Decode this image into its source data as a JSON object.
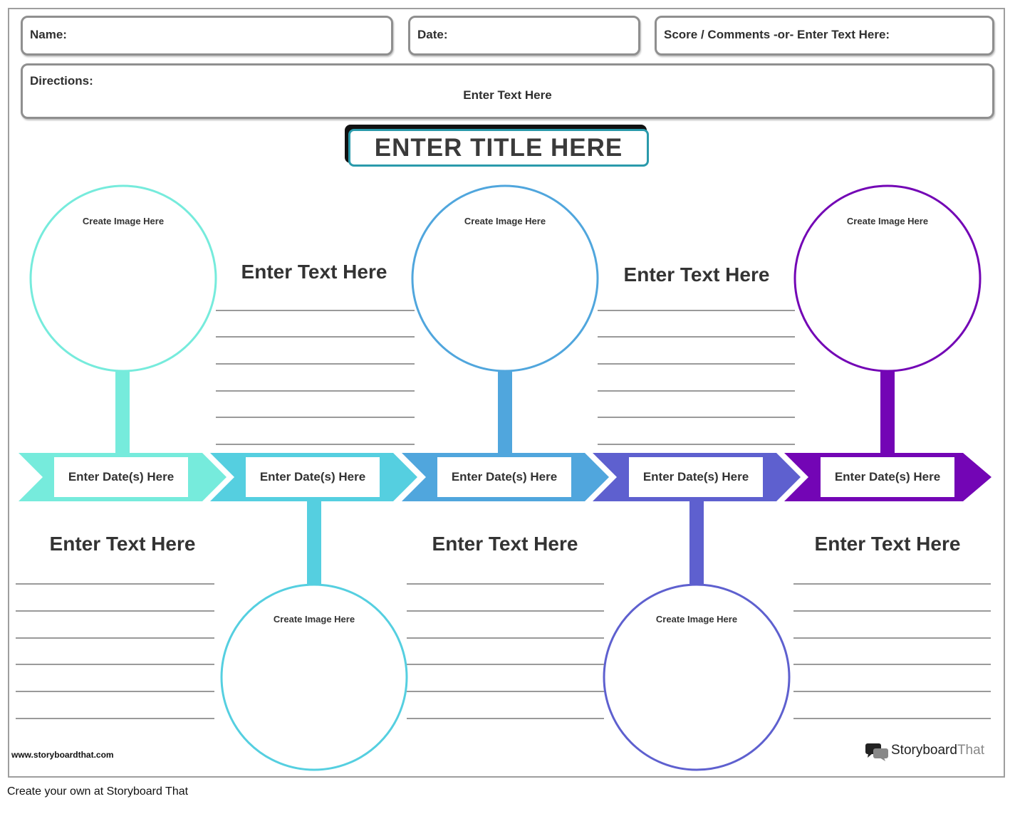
{
  "header": {
    "name_label": "Name:",
    "date_label": "Date:",
    "score_label": "Score / Comments -or- Enter Text Here:"
  },
  "directions": {
    "label": "Directions:",
    "text": "Enter Text Here"
  },
  "title": "ENTER TITLE HERE",
  "colors": {
    "stage1": "#76ebdc",
    "stage2": "#55cfe0",
    "stage3": "#50a6dd",
    "stage4": "#5e60cf",
    "stage5": "#7305b5",
    "rule": "#9a9a9a"
  },
  "stages": [
    {
      "circle_label": "Create Image Here",
      "text_heading": "Enter Text Here",
      "date_label": "Enter Date(s) Here"
    },
    {
      "circle_label": "Create Image Here",
      "text_heading": "Enter Text Here",
      "date_label": "Enter Date(s) Here"
    },
    {
      "circle_label": "Create Image Here",
      "text_heading": "Enter Text Here",
      "date_label": "Enter Date(s) Here"
    },
    {
      "circle_label": "Create Image Here",
      "text_heading": "Enter Text Here",
      "date_label": "Enter Date(s) Here"
    },
    {
      "circle_label": "Create Image Here",
      "text_heading": "Enter Text Here",
      "date_label": "Enter Date(s) Here"
    }
  ],
  "footer": {
    "url": "www.storyboardthat.com",
    "brand_bold": "Storyboard",
    "brand_light": "That",
    "brand_icon": "speech-bubbles-icon"
  },
  "caption": "Create your own at Storyboard That"
}
